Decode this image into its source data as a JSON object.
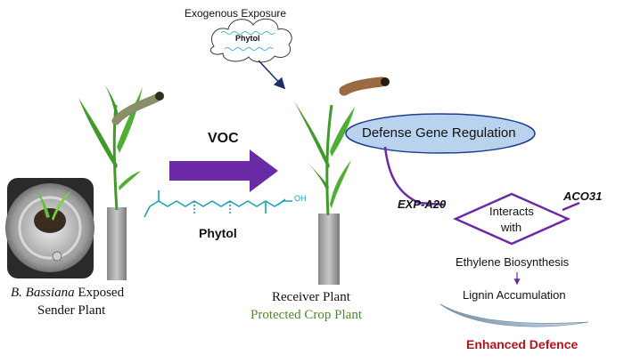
{
  "top": {
    "exposure_label": "Exogenous Exposure",
    "cloud_label": "Phytol"
  },
  "transfer": {
    "voc_label": "VOC",
    "compound_label": "Phytol",
    "oh_label": "OH"
  },
  "sender": {
    "name_italic": "B. Bassiana",
    "name_rest": " Exposed",
    "line2": "Sender Plant"
  },
  "receiver": {
    "line1": "Receiver Plant",
    "line2": "Protected Crop Plant"
  },
  "pathway": {
    "regulation": "Defense Gene Regulation",
    "gene_left": "EXP-A20",
    "gene_right": "ACO31",
    "diamond_line1": "Interacts",
    "diamond_line2": "with",
    "step1": "Ethylene Biosynthesis",
    "step2": "Lignin Accumulation",
    "outcome": "Enhanced Defence"
  },
  "colors": {
    "arrow_purple": "#6a2aa8",
    "leaf_green": "#3f9a2a",
    "ellipse_fill": "#b9d3ee",
    "ellipse_stroke": "#1f3d8a",
    "molecule_teal": "#1aa0b8",
    "outcome_red": "#b3151a",
    "protected_green": "#4d8a2a"
  }
}
